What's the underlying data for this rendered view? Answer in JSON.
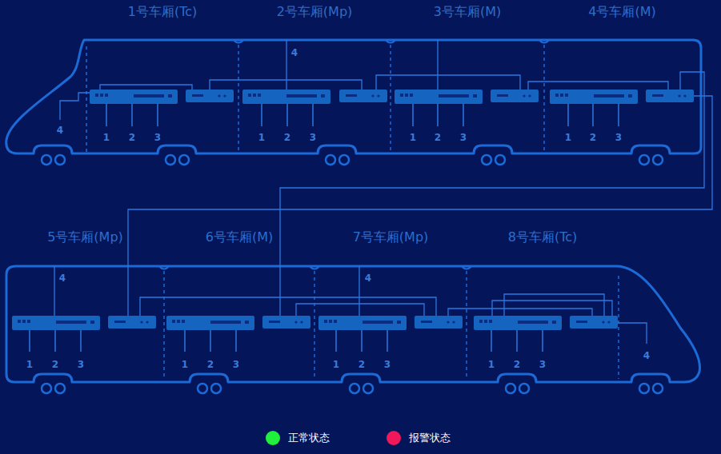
{
  "diagram": {
    "nodes": [
      {
        "text": [
          "1号车厢(Tc)"
        ]
      },
      {
        "text": [
          "2号车厢(Mp)"
        ]
      },
      {
        "text": [
          "3号车厢(M)"
        ]
      },
      {
        "text": [
          "4号车厢(M)"
        ]
      },
      {
        "text": [
          "5号车厢(Mp)"
        ]
      },
      {
        "text": [
          "6号车厢(M)"
        ]
      },
      {
        "text": [
          "7号车厢(Mp)"
        ]
      },
      {
        "text": [
          "8号车厢(Tc)"
        ]
      }
    ],
    "labels": [
      "4",
      "1",
      "2",
      "3",
      "4",
      "1",
      "2",
      "3",
      "1",
      "2",
      "3",
      "1",
      "2",
      "3",
      "4",
      "1",
      "2",
      "3",
      "1",
      "2",
      "3",
      "4",
      "1",
      "2",
      "3",
      "1",
      "2",
      "3",
      "4"
    ],
    "legend": [
      {
        "text": "正常状态",
        "color": "#1ef03c"
      },
      {
        "text": "报警状态",
        "color": "#f0185a"
      }
    ]
  }
}
